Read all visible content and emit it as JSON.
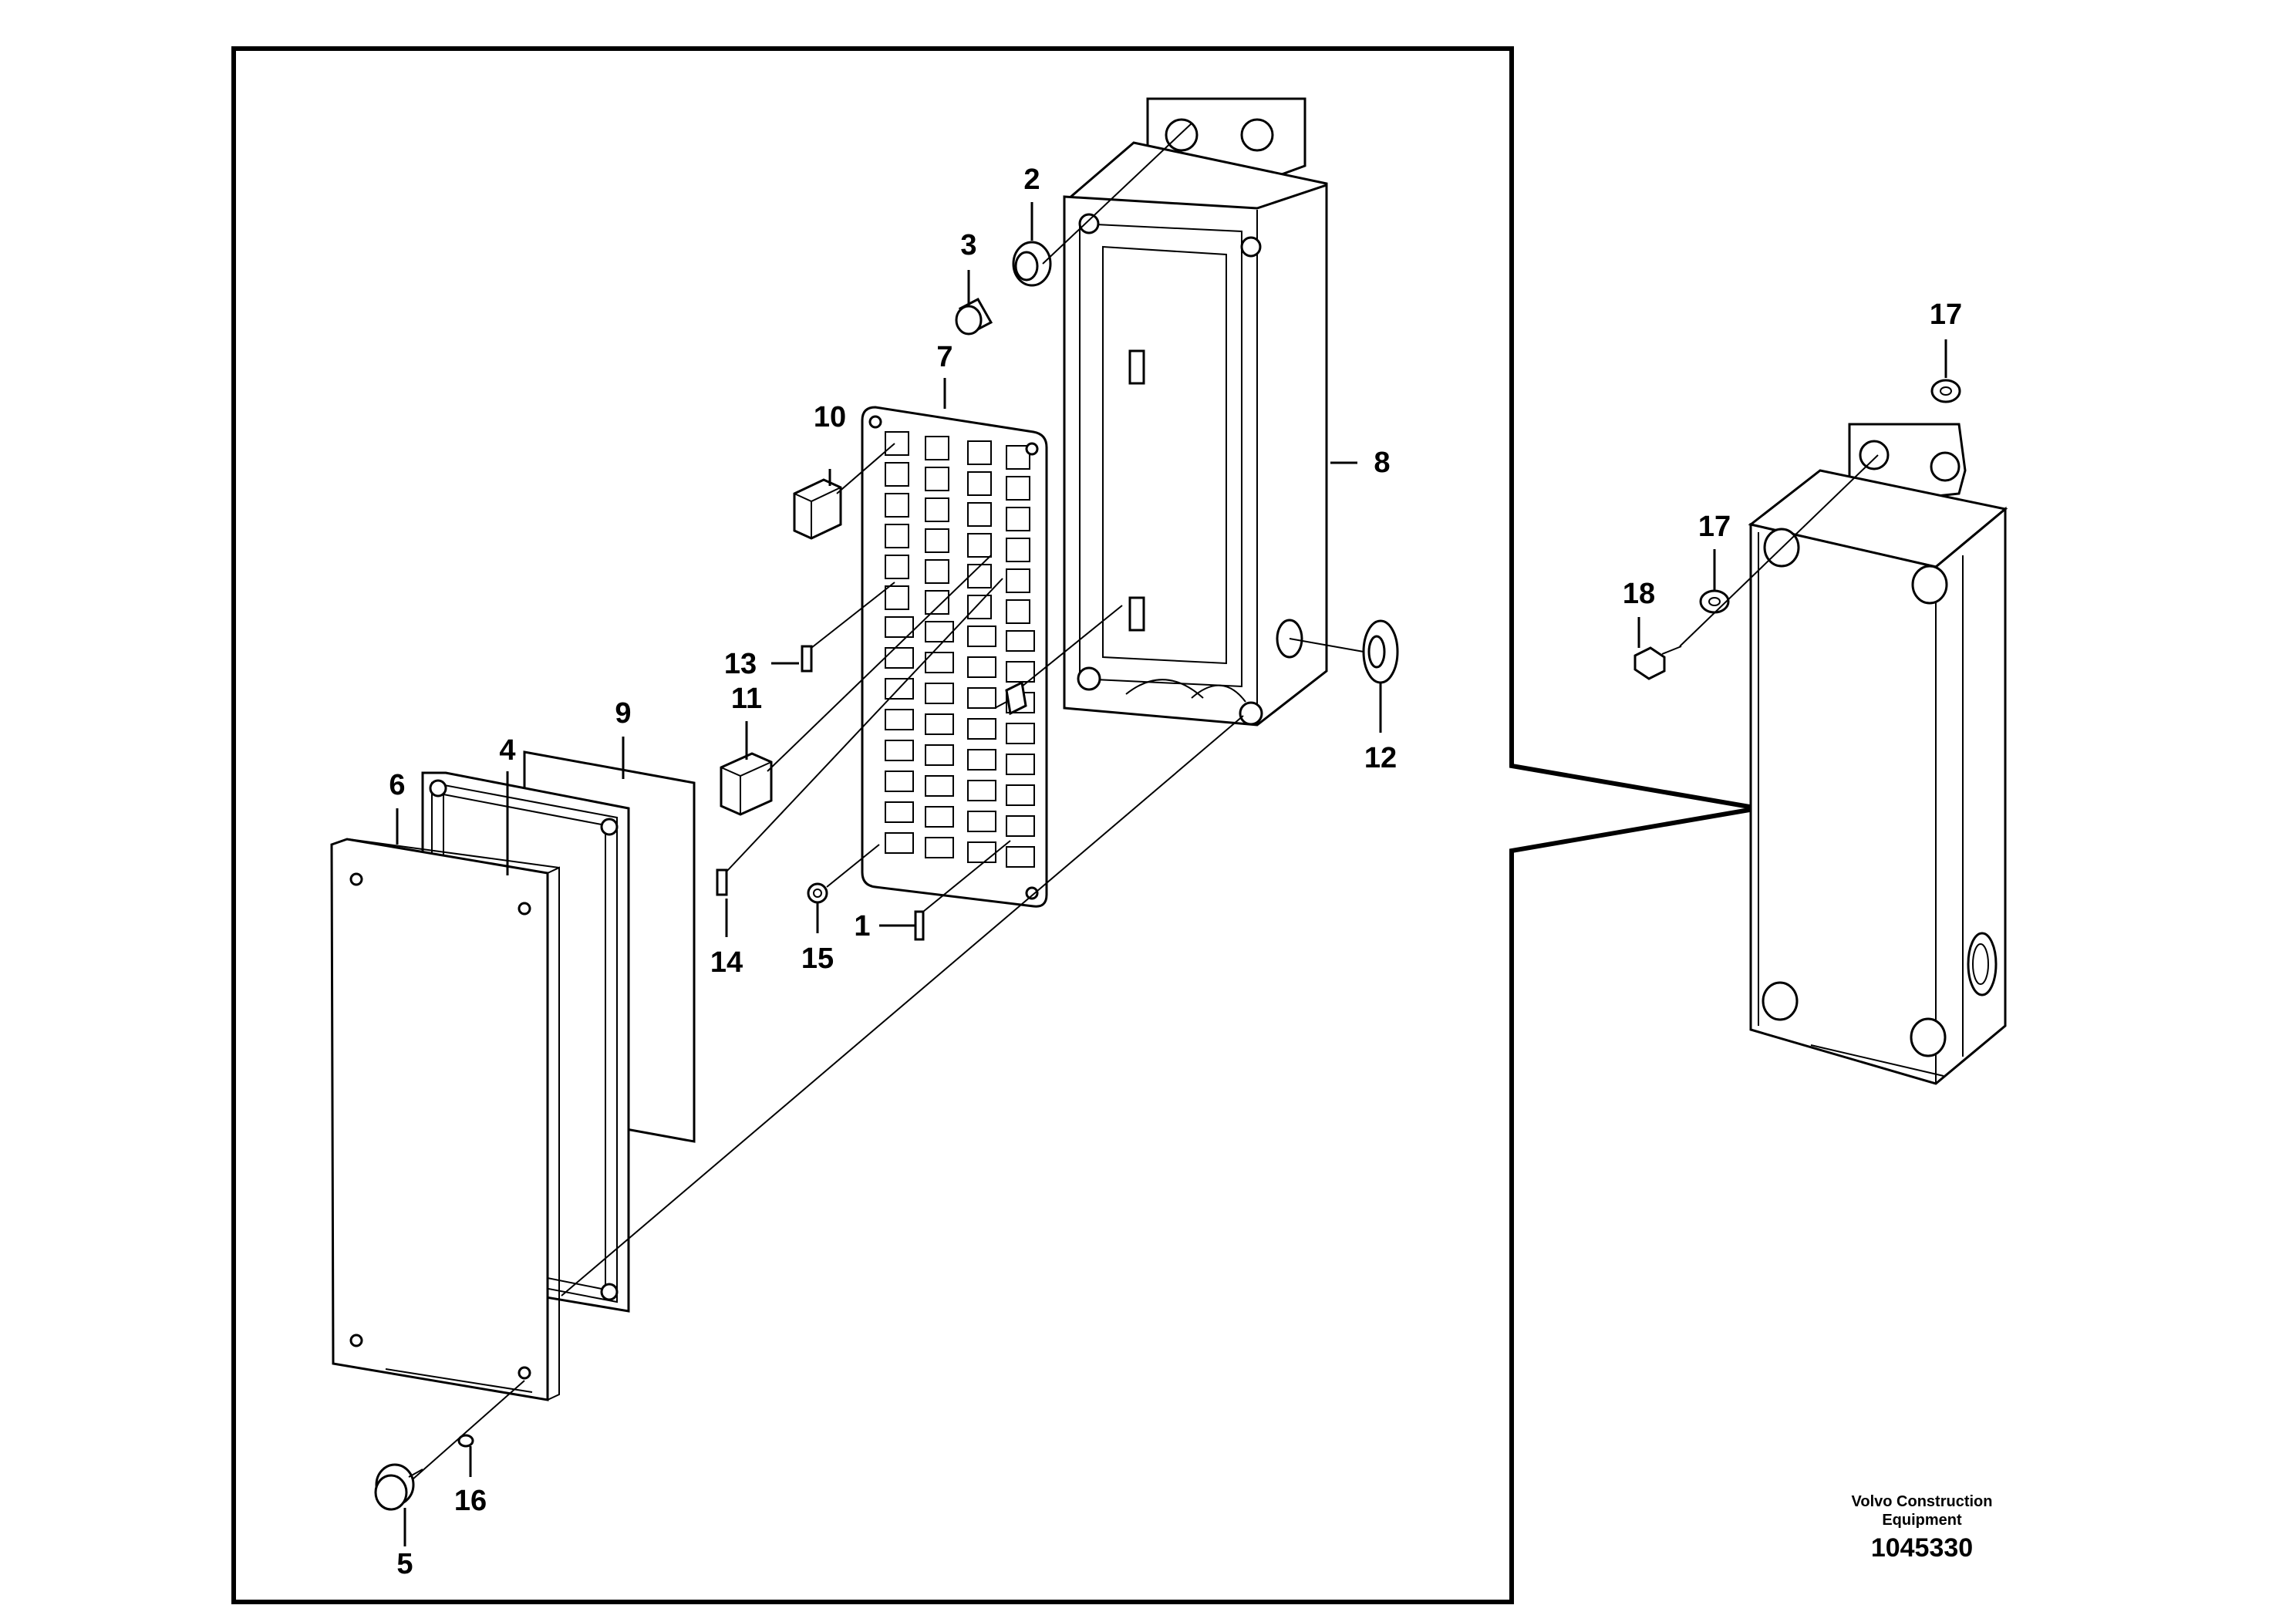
{
  "callouts": {
    "c1": "1",
    "c2": "2",
    "c3": "3",
    "c4": "4",
    "c5": "5",
    "c6": "6",
    "c7": "7",
    "c8": "8",
    "c9": "9",
    "c10": "10",
    "c11": "11",
    "c12": "12",
    "c13": "13",
    "c14": "14",
    "c15": "15",
    "c16": "16",
    "c17a": "17",
    "c17b": "17",
    "c18": "18"
  },
  "footer": {
    "company_line1": "Volvo Construction",
    "company_line2": "Equipment",
    "drawing_number": "1045330"
  }
}
